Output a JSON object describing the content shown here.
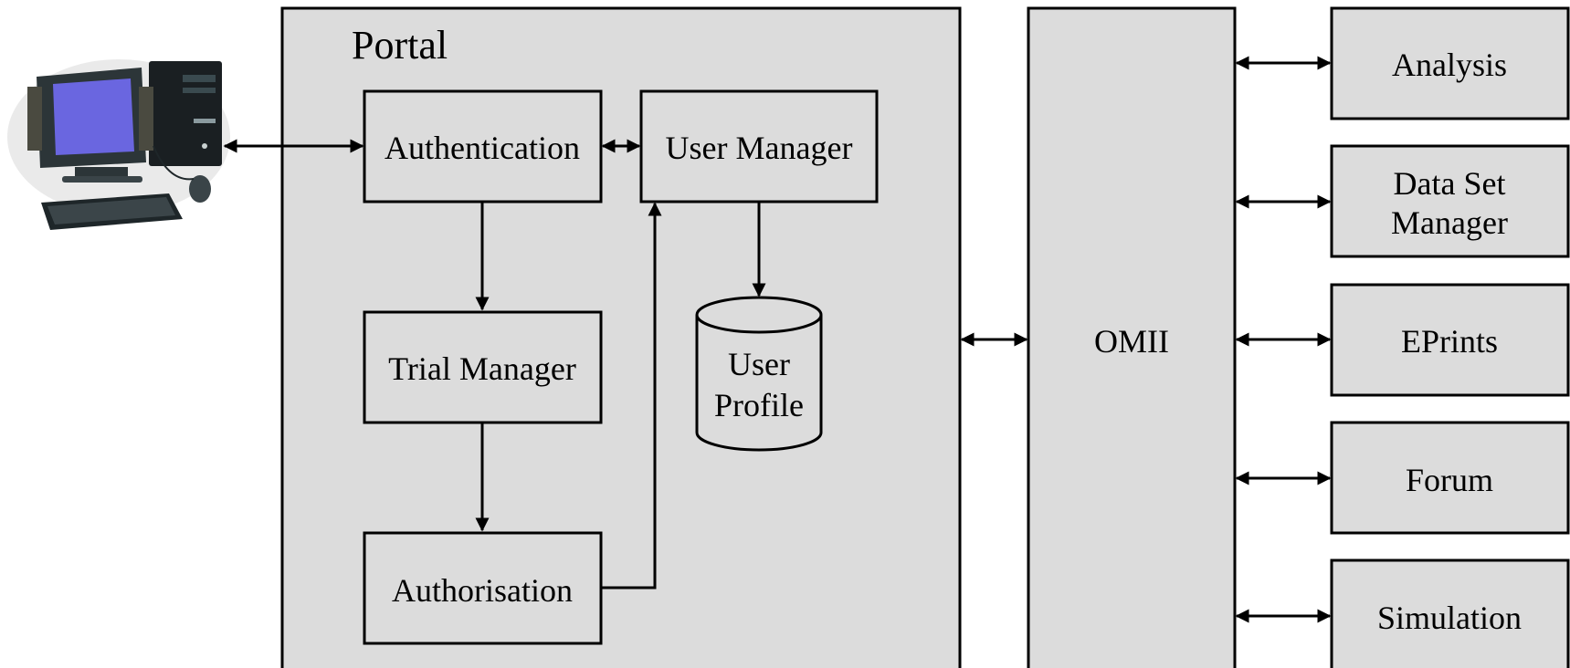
{
  "portal": {
    "title": "Portal"
  },
  "boxes": {
    "authentication": "Authentication",
    "user_manager": "User Manager",
    "trial_manager": "Trial Manager",
    "authorisation": "Authorisation",
    "user_profile": [
      "User",
      "Profile"
    ],
    "omii": "OMII",
    "analysis": "Analysis",
    "data_set_manager": [
      "Data Set",
      "Manager"
    ],
    "eprints": "EPrints",
    "forum": "Forum",
    "simulation": "Simulation"
  },
  "colors": {
    "box_fill": "#dcdcdc",
    "stroke": "#000000",
    "monitor_screen": "#6a66e0"
  },
  "icons": {
    "client": "desktop-computer-icon"
  }
}
